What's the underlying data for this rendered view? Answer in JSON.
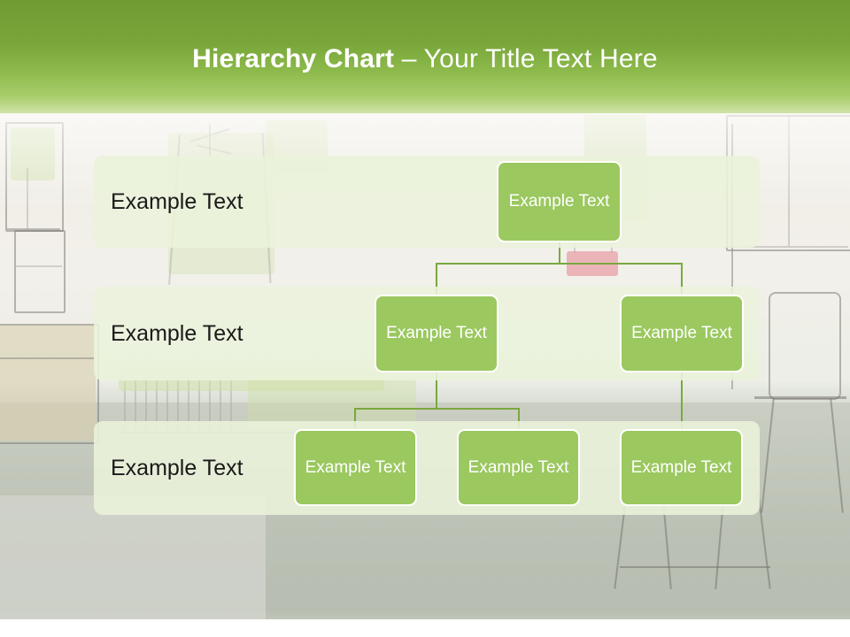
{
  "slide": {
    "title_bold": "Hierarchy Chart",
    "title_dash": " – ",
    "title_light": "Your Title Text Here",
    "accent_color": "#9bc85f",
    "band_color": "#eaf3db",
    "title_band_color": "#79a63a",
    "connector_color": "#7aa83f"
  },
  "chart_data": {
    "type": "hierarchy",
    "title": "Hierarchy Chart – Your Title Text Here",
    "levels": [
      {
        "label": "Example Text",
        "nodes": [
          {
            "text": "Example Text",
            "id": "n1"
          }
        ]
      },
      {
        "label": "Example Text",
        "nodes": [
          {
            "text": "Example Text",
            "id": "n2",
            "parent": "n1"
          },
          {
            "text": "Example Text",
            "id": "n3",
            "parent": "n1"
          }
        ]
      },
      {
        "label": "Example Text",
        "nodes": [
          {
            "text": "Example Text",
            "id": "n4",
            "parent": "n2"
          },
          {
            "text": "Example Text",
            "id": "n5",
            "parent": "n2"
          },
          {
            "text": "Example Text",
            "id": "n6",
            "parent": "n3"
          }
        ]
      }
    ]
  }
}
